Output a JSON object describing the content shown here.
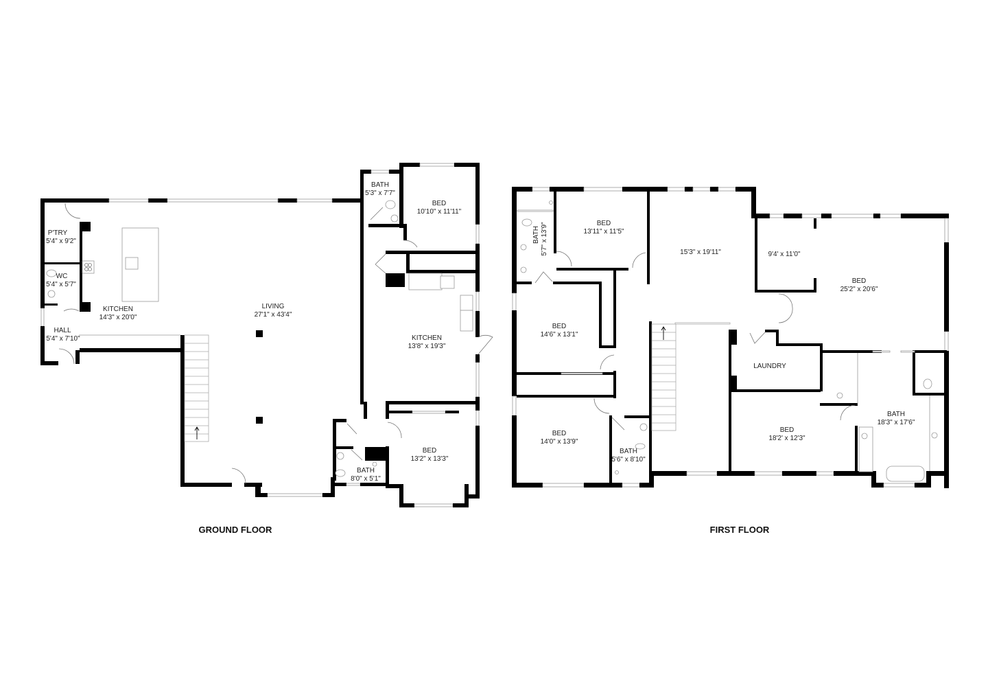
{
  "floors": [
    {
      "title": "GROUND FLOOR",
      "rooms": [
        {
          "name": "P'TRY",
          "dims": "5'4\" x 9'2\""
        },
        {
          "name": "WC",
          "dims": "5'4\" x 5'7\""
        },
        {
          "name": "HALL",
          "dims": "5'4\" x 7'10\""
        },
        {
          "name": "KITCHEN",
          "dims": "14'3\" x 20'0\""
        },
        {
          "name": "LIVING",
          "dims": "27'1\" x 43'4\""
        },
        {
          "name": "BATH",
          "dims": "5'3\" x 7'7\""
        },
        {
          "name": "BED",
          "dims": "10'10\" x 11'11\""
        },
        {
          "name": "KITCHEN",
          "dims": "13'8\" x 19'3\""
        },
        {
          "name": "BED",
          "dims": "13'2\" x 13'3\""
        },
        {
          "name": "BATH",
          "dims": "8'0\" x 5'1\""
        }
      ]
    },
    {
      "title": "FIRST FLOOR",
      "rooms": [
        {
          "name": "BATH",
          "dims": "5'7\" x 13'9\""
        },
        {
          "name": "BED",
          "dims": "13'11\" x 11'5\""
        },
        {
          "name": "",
          "dims": "15'3\" x 19'11\""
        },
        {
          "name": "",
          "dims": "9'4' x 11'0\""
        },
        {
          "name": "BED",
          "dims": "25'2\" x 20'6\""
        },
        {
          "name": "BED",
          "dims": "14'6\" x 13'1\""
        },
        {
          "name": "LAUNDRY",
          "dims": ""
        },
        {
          "name": "BED",
          "dims": "14'0\" x 13'9\""
        },
        {
          "name": "BATH",
          "dims": "5'6\" x 8'10\""
        },
        {
          "name": "BED",
          "dims": "18'2' x 12'3\""
        },
        {
          "name": "BATH",
          "dims": "18'3\" x 17'6\""
        }
      ]
    }
  ]
}
